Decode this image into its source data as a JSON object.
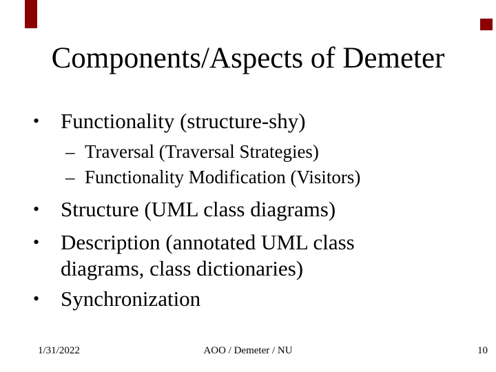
{
  "slide": {
    "title": "Components/Aspects of Demeter",
    "bullet_char": "•",
    "dash_char": "–",
    "bullets": [
      {
        "text": "Functionality (structure-shy)",
        "children": [
          "Traversal (Traversal Strategies)",
          "Functionality Modification (Visitors)"
        ]
      },
      {
        "text": "Structure (UML class diagrams)",
        "children": []
      },
      {
        "text": "Description (annotated UML class diagrams, class dictionaries)",
        "children": []
      },
      {
        "text": "Synchronization",
        "children": []
      }
    ],
    "footer": {
      "date": "1/31/2022",
      "course": "AOO / Demeter / NU",
      "page_number": "10"
    },
    "accent_color": "#8B0000"
  }
}
